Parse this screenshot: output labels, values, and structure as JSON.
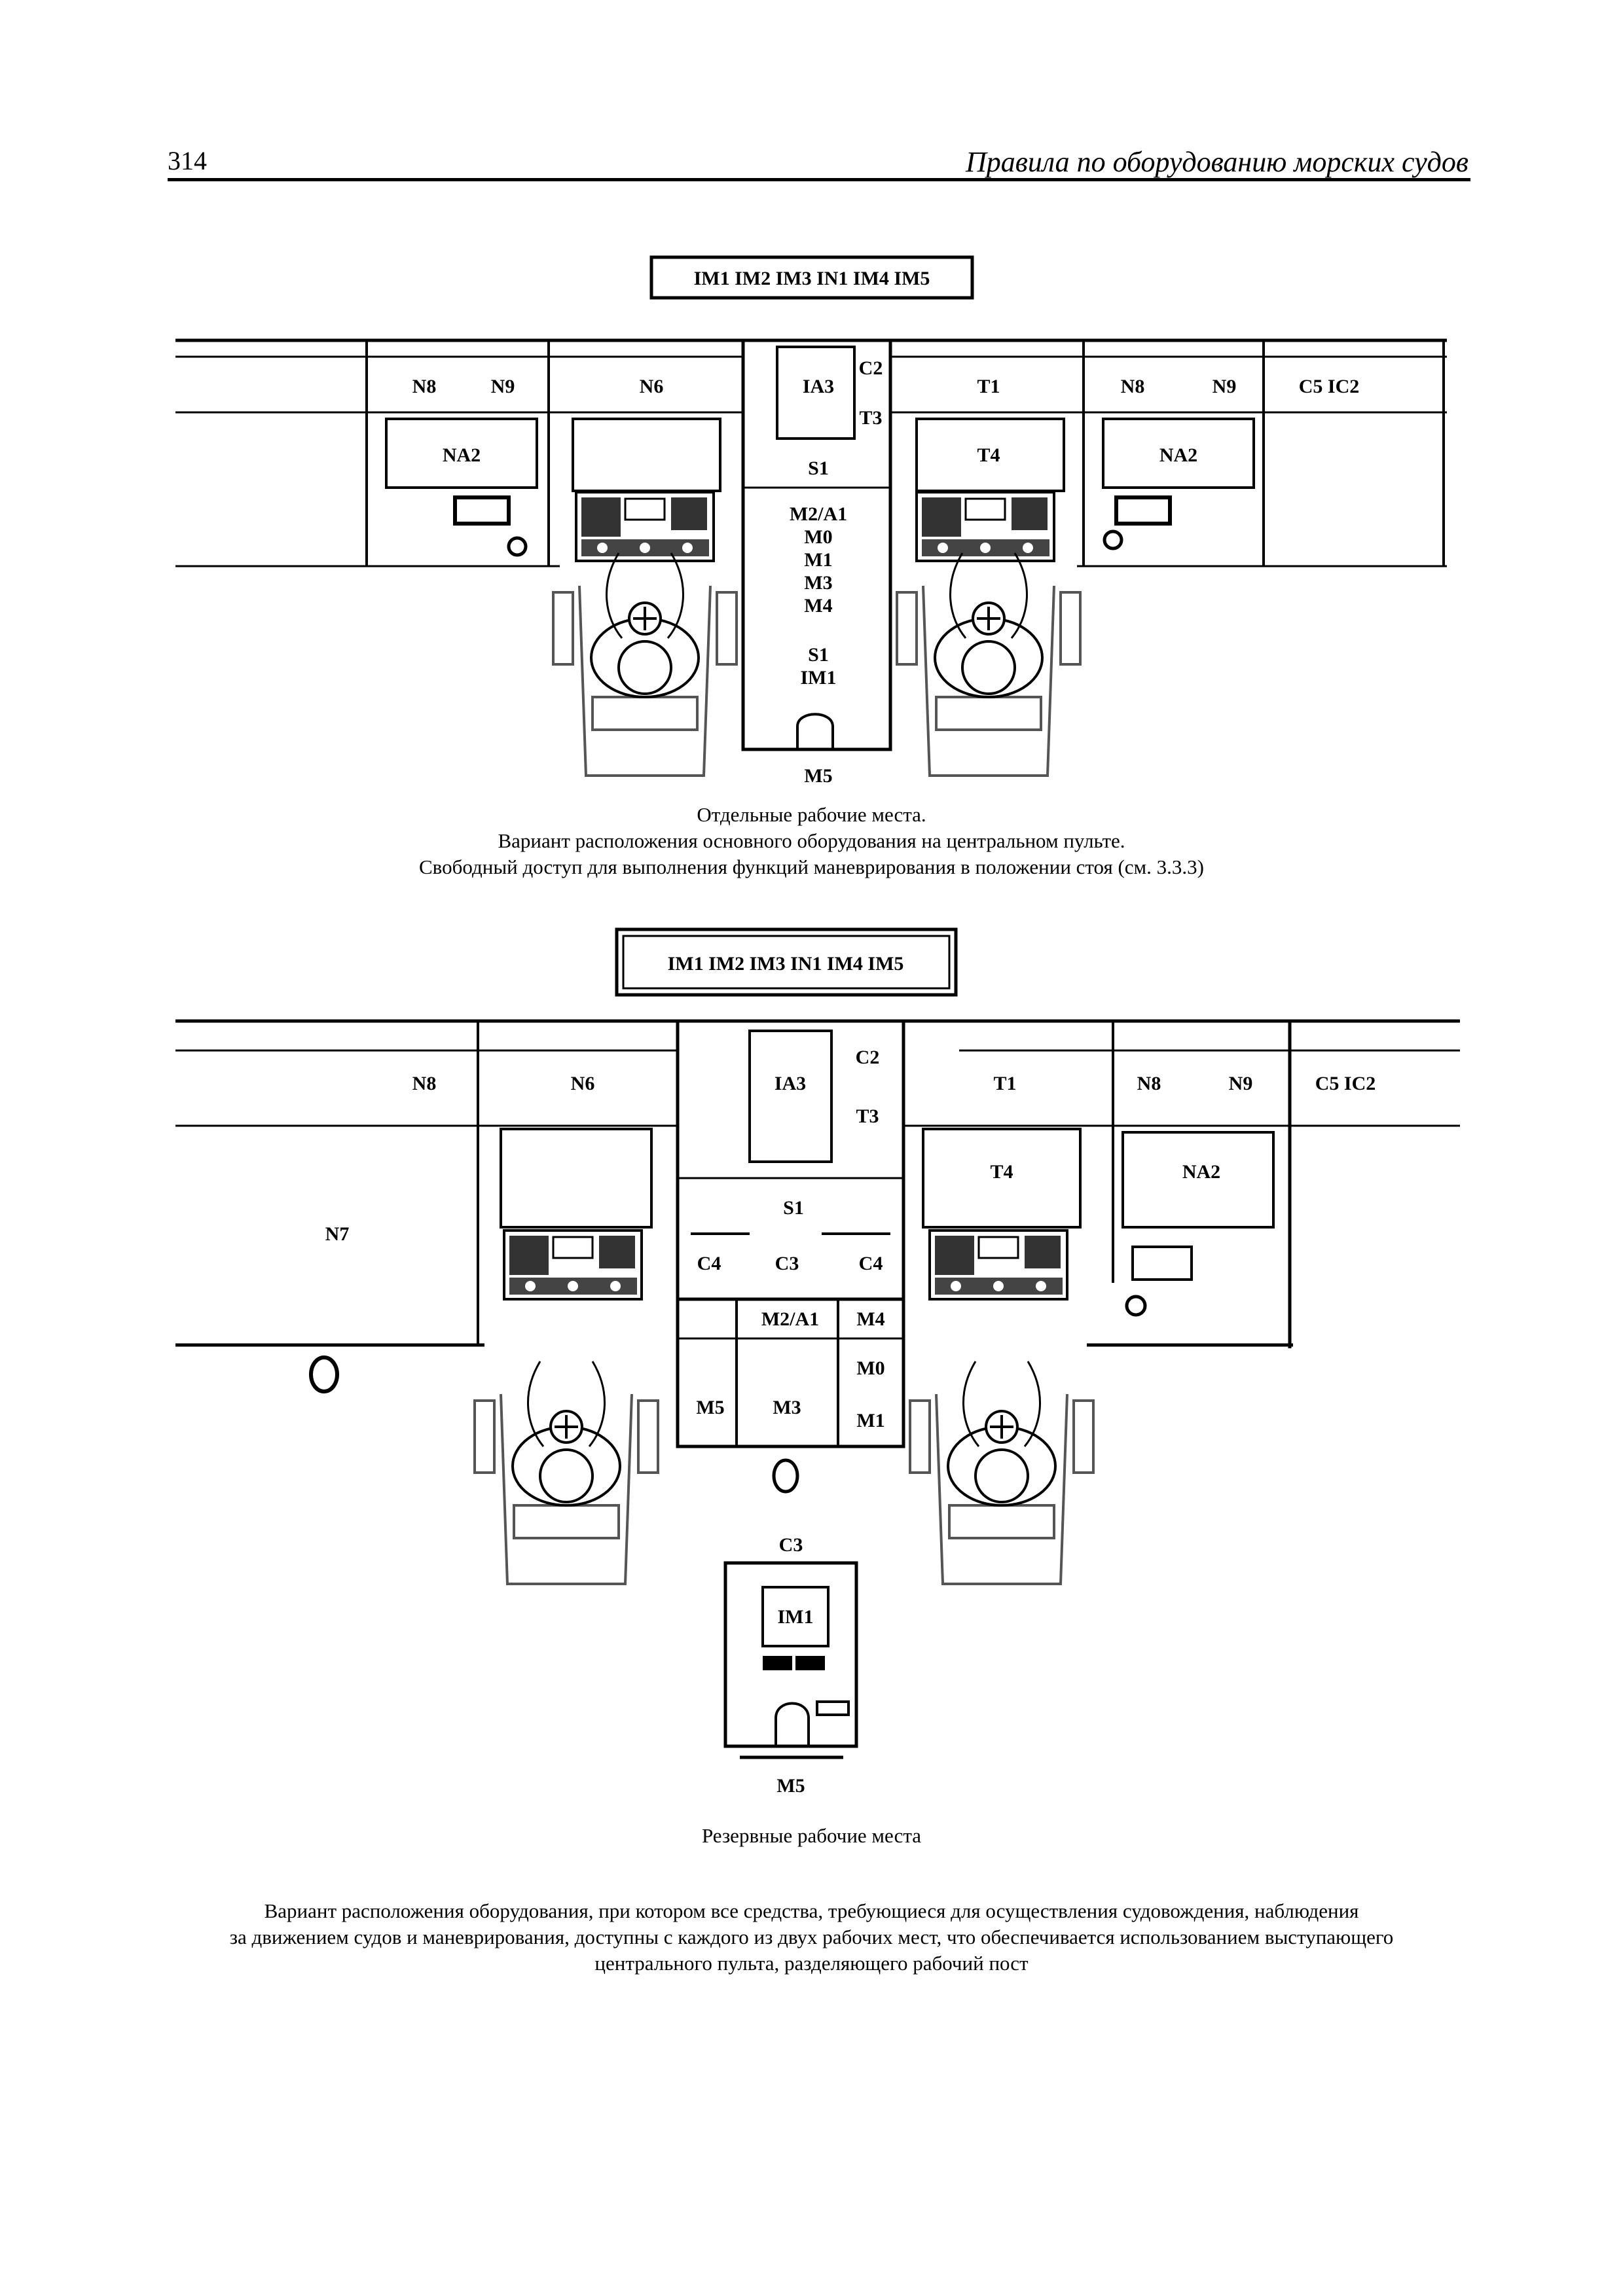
{
  "header": {
    "page_number": "314",
    "title": "Правила по оборудованию морских судов"
  },
  "figure1": {
    "box_label": "IM1 IM2 IM3 IN1 IM4 IM5",
    "labels": {
      "n8_left": "N8",
      "n9_left": "N9",
      "n6": "N6",
      "ia3": "IA3",
      "c2": "C2",
      "t3": "T3",
      "t1": "T1",
      "n8_right": "N8",
      "n9_right": "N9",
      "c5_ic2": "C5  IC2",
      "na2_left": "NA2",
      "t4": "T4",
      "na2_right": "NA2",
      "s1_top": "S1",
      "m2a1": "M2/A1",
      "m0": "M0",
      "m1": "M1",
      "m3": "M3",
      "m4": "M4",
      "s1_bottom": "S1",
      "im1": "IM1",
      "m5": "M5"
    },
    "caption_lines": [
      "Отдельные рабочие места.",
      "Вариант расположения основного оборудования на центральном пульте.",
      "Свободный доступ для выполнения функций маневрирования в положении стоя (см. 3.3.3)"
    ]
  },
  "figure2": {
    "box_label": "IM1 IM2 IM3 IN1 IM4 IM5",
    "labels": {
      "n8_left": "N8",
      "n6": "N6",
      "ia3": "IA3",
      "c2": "C2",
      "t3": "T3",
      "t1": "T1",
      "n8_right": "N8",
      "n9_right": "N9",
      "c5_ic2": "C5  IC2",
      "t4": "T4",
      "na2": "NA2",
      "n7": "N7",
      "s1": "S1",
      "c4_left": "C4",
      "c3_mid": "C3",
      "c4_right": "C4",
      "m2a1": "M2/A1",
      "m4": "M4",
      "m0": "M0",
      "m5_mid": "M5",
      "m3": "M3",
      "m1": "M1",
      "c3_lower": "C3",
      "im1": "IM1",
      "m5_bottom": "M5"
    },
    "caption": "Резервные рабочие места"
  },
  "footer": {
    "lines": [
      "Вариант расположения оборудования, при котором все средства, требующиеся для осуществления судовождения, наблюдения",
      "за движением судов и маневрирования, доступны с каждого из двух рабочих мест, что обеспечивается использованием выступающего",
      "центрального пульта, разделяющего рабочий пост"
    ]
  }
}
